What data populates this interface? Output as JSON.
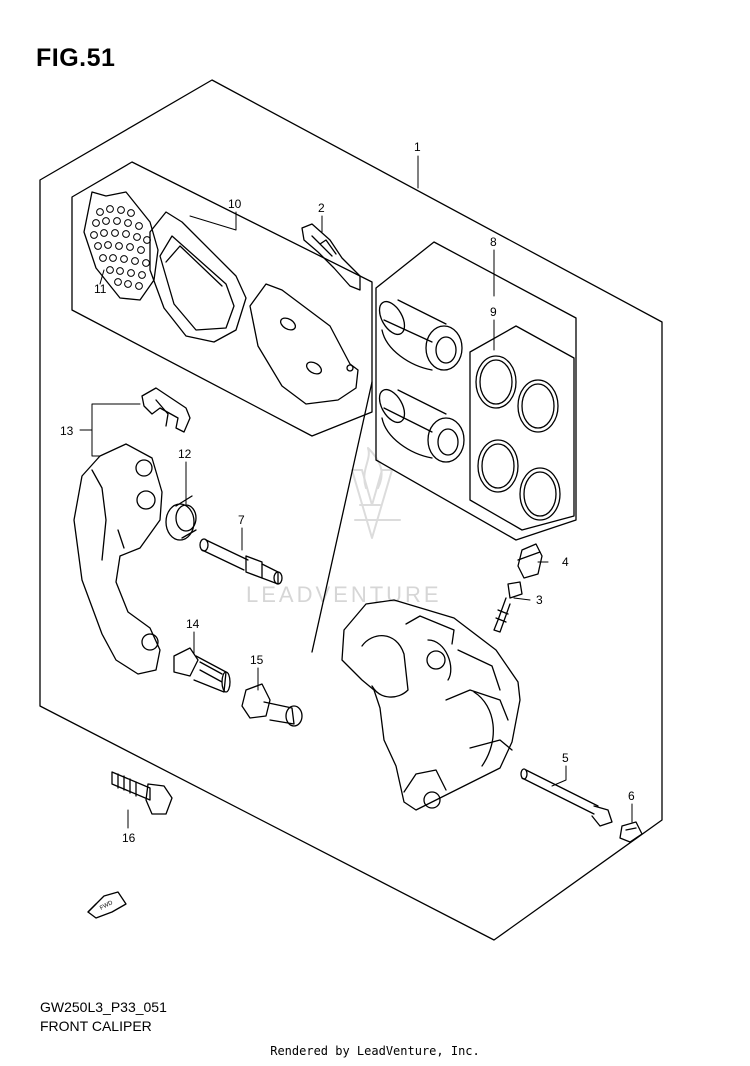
{
  "figure": {
    "title": "FIG.51",
    "code": "GW250L3_P33_051",
    "caption": "FRONT CALIPER",
    "footer": "Rendered by LeadVenture, Inc.",
    "watermark": "LEADVENTURE"
  },
  "callouts": [
    {
      "id": "1",
      "label": "1"
    },
    {
      "id": "2",
      "label": "2"
    },
    {
      "id": "3",
      "label": "3"
    },
    {
      "id": "4",
      "label": "4"
    },
    {
      "id": "5",
      "label": "5"
    },
    {
      "id": "6",
      "label": "6"
    },
    {
      "id": "7",
      "label": "7"
    },
    {
      "id": "8",
      "label": "8"
    },
    {
      "id": "9",
      "label": "9"
    },
    {
      "id": "10",
      "label": "10"
    },
    {
      "id": "11",
      "label": "11"
    },
    {
      "id": "12",
      "label": "12"
    },
    {
      "id": "13",
      "label": "13"
    },
    {
      "id": "14",
      "label": "14"
    },
    {
      "id": "15",
      "label": "15"
    },
    {
      "id": "16",
      "label": "16"
    }
  ],
  "direction_marker": "FWD"
}
